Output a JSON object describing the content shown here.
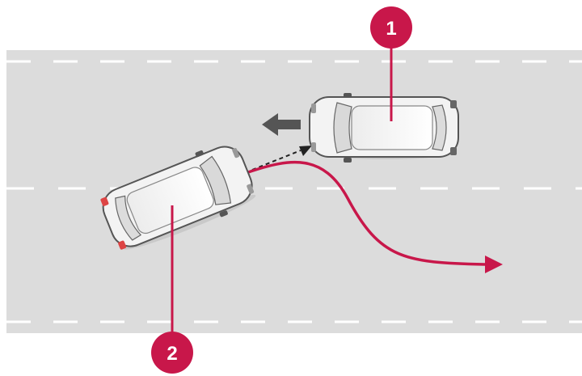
{
  "callouts": [
    {
      "number": "1",
      "refers_to": "vehicle-ahead"
    },
    {
      "number": "2",
      "refers_to": "own-vehicle"
    }
  ],
  "colors": {
    "road": "#dcdcdc",
    "lane_marking": "#ffffff",
    "accent": "#c8174a",
    "car_body": "#f3f3f3",
    "car_outline": "#555555",
    "direction_arrow": "#555555"
  },
  "icons": [
    "vehicle-top-view-icon",
    "direction-arrow-icon",
    "collision-path-arrow-icon"
  ]
}
